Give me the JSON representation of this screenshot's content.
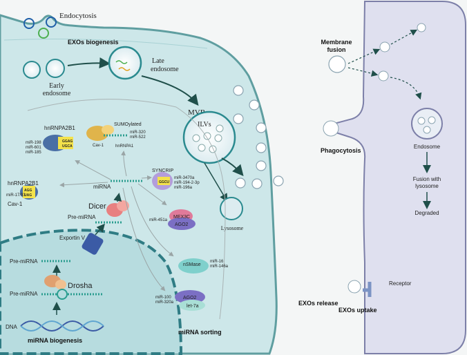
{
  "labels": {
    "endocytosis": "Endocytosis",
    "exos_biogenesis": "EXOs biogenesis",
    "early_endosome_1": "Early",
    "early_endosome_2": "endosome",
    "late_endosome_1": "Late",
    "late_endosome_2": "endosome",
    "mvb": "MVB",
    "ilvs": "ILVs",
    "lysosome": "Lysosome",
    "membrane_fusion_1": "Membrane",
    "membrane_fusion_2": "fusion",
    "phagocytosis": "Phagocytosis",
    "endosome": "Endosome",
    "fusion_lysosome_1": "Fusion with",
    "fusion_lysosome_2": "lysosome",
    "degraded": "Degraded",
    "receptor": "Receptor",
    "exos_release": "EXOs release",
    "exos_uptake": "EXOs uptake",
    "mirna_sorting": "miRNA sorting",
    "mirna_biogenesis": "miRNA biogenesis",
    "dna": "DNA",
    "pre_mirna_lower": "Pre-miRNA",
    "drosha": "Drosha",
    "pre_mirna_mid": "Pre-miRNA",
    "exportin": "Exportin V",
    "pre_mirna_cyto": "Pre-miRNA",
    "dicer": "Dicer",
    "mirna": "miRNA"
  },
  "sorting": {
    "hnrnpa2b1_top": "hnRNPA2B1",
    "ggag": "GGAG",
    "ugca": "UGCA",
    "mir_198": "miR-198",
    "mir_601": "miR-601",
    "mir_185": "miR-185",
    "sumoylated": "SUMOylated",
    "cav1_top": "Cav-1",
    "hnrnpa1": "hnRNPA1",
    "mir_320": "miR-320",
    "mir_522": "miR-522",
    "hnrnpa2b1_mid": "hnRNPA2B1",
    "agg": "AGG",
    "uag": "UAG",
    "mir_1793": "miR-17/93",
    "cav1_mid": "Cav-1",
    "syncrip": "SYNCRIP",
    "ggcu": "GGCU",
    "mir_3470a": "miR-3470a",
    "mir_194": "miR-194-2-3p",
    "mir_196a": "miR-196a",
    "mex3c": "MEX3C",
    "mir_451a": "miR-451a",
    "ago2_a": "AGO2",
    "nsmase": "nSMase",
    "mir_16": "miR-16",
    "mir_146a": "miR-146a",
    "mir_100": "miR-100",
    "mir_320a": "miR-320a",
    "ago2_b": "AGO2",
    "let7a": "let-7a"
  },
  "colors": {
    "cell_fill": "#cde7e9",
    "cell_stroke": "#5f9ea0",
    "nucleus_fill": "#b7dcdf",
    "recipient_fill": "#dfe0ef",
    "recipient_stroke": "#7c7fa8",
    "arrow_dark": "#1f4f4a",
    "teal": "#2a9d8f"
  }
}
